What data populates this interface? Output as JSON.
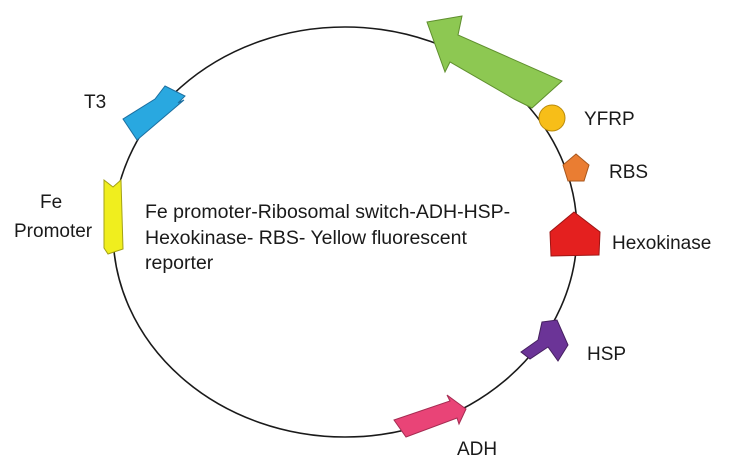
{
  "diagram": {
    "description_lines": [
      "Fe promoter-Ribosomal switch-ADH-HSP-",
      "Hexokinase- RBS- Yellow fluorescent",
      "reporter"
    ],
    "parts": {
      "t3": {
        "label": "T3",
        "fill": "#29a8e0",
        "stroke": "#1c6fa0"
      },
      "fe_promoter": {
        "label_line1": "Fe",
        "label_line2": "Promoter",
        "fill": "#f0ee1e",
        "stroke": "#a3a116"
      },
      "yfrp_arrow": {
        "fill": "#8dc852",
        "stroke": "#5f8f2e"
      },
      "yfrp": {
        "label": "YFRP",
        "fill": "#f7be18",
        "stroke": "#b98a0a"
      },
      "rbs": {
        "label": "RBS",
        "fill": "#ea7d32",
        "stroke": "#a8561c"
      },
      "hexokinase": {
        "label": "Hexokinase",
        "fill": "#e4201f",
        "stroke": "#9e1413"
      },
      "hsp": {
        "label": "HSP",
        "fill": "#6b3497",
        "stroke": "#45205f"
      },
      "adh": {
        "label": "ADH",
        "fill": "#e94477",
        "stroke": "#a52c52"
      }
    },
    "circle_color": "#1a1a1a"
  }
}
